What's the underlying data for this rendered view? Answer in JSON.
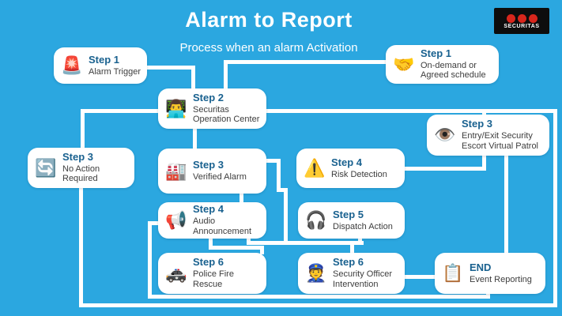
{
  "title": "Alarm to Report",
  "subtitle": "Process when an alarm Activation",
  "logo": {
    "brand": "SECURITAS"
  },
  "colors": {
    "background": "#2BA7E0",
    "box": "#FFFFFF",
    "step_label": "#19618F",
    "description": "#3D3D3D",
    "connector": "#FFFFFF",
    "logo_bg": "#0D0D0D",
    "logo_dot": "#D8261C"
  },
  "nodes": [
    {
      "id": "alarm-trigger",
      "step": "Step 1",
      "desc": "Alarm Trigger",
      "icon": "🚨"
    },
    {
      "id": "on-demand",
      "step": "Step 1",
      "desc": "On-demand or Agreed schedule",
      "icon": "🤝"
    },
    {
      "id": "operation-center",
      "step": "Step 2",
      "desc": "Securitas Operation Center",
      "icon": "👨‍💻"
    },
    {
      "id": "no-action",
      "step": "Step 3",
      "desc": "No Action Required",
      "icon": "🔄"
    },
    {
      "id": "verified-alarm",
      "step": "Step 3",
      "desc": "Verified Alarm",
      "icon": "🏭"
    },
    {
      "id": "risk-detection",
      "step": "Step 4",
      "desc": "Risk Detection",
      "icon": "⚠️"
    },
    {
      "id": "entry-exit",
      "step": "Step 3",
      "desc": "Entry/Exit Security Escort Virtual Patrol",
      "icon": "👁️"
    },
    {
      "id": "audio",
      "step": "Step 4",
      "desc": "Audio Announcement",
      "icon": "📢"
    },
    {
      "id": "dispatch",
      "step": "Step 5",
      "desc": "Dispatch Action",
      "icon": "🎧"
    },
    {
      "id": "police",
      "step": "Step 6",
      "desc": "Police Fire Rescue",
      "icon": "🚓"
    },
    {
      "id": "officer",
      "step": "Step 6",
      "desc": "Security Officer Intervention",
      "icon": "👮"
    },
    {
      "id": "end",
      "step": "END",
      "desc": "Event Reporting",
      "icon": "📋"
    }
  ]
}
